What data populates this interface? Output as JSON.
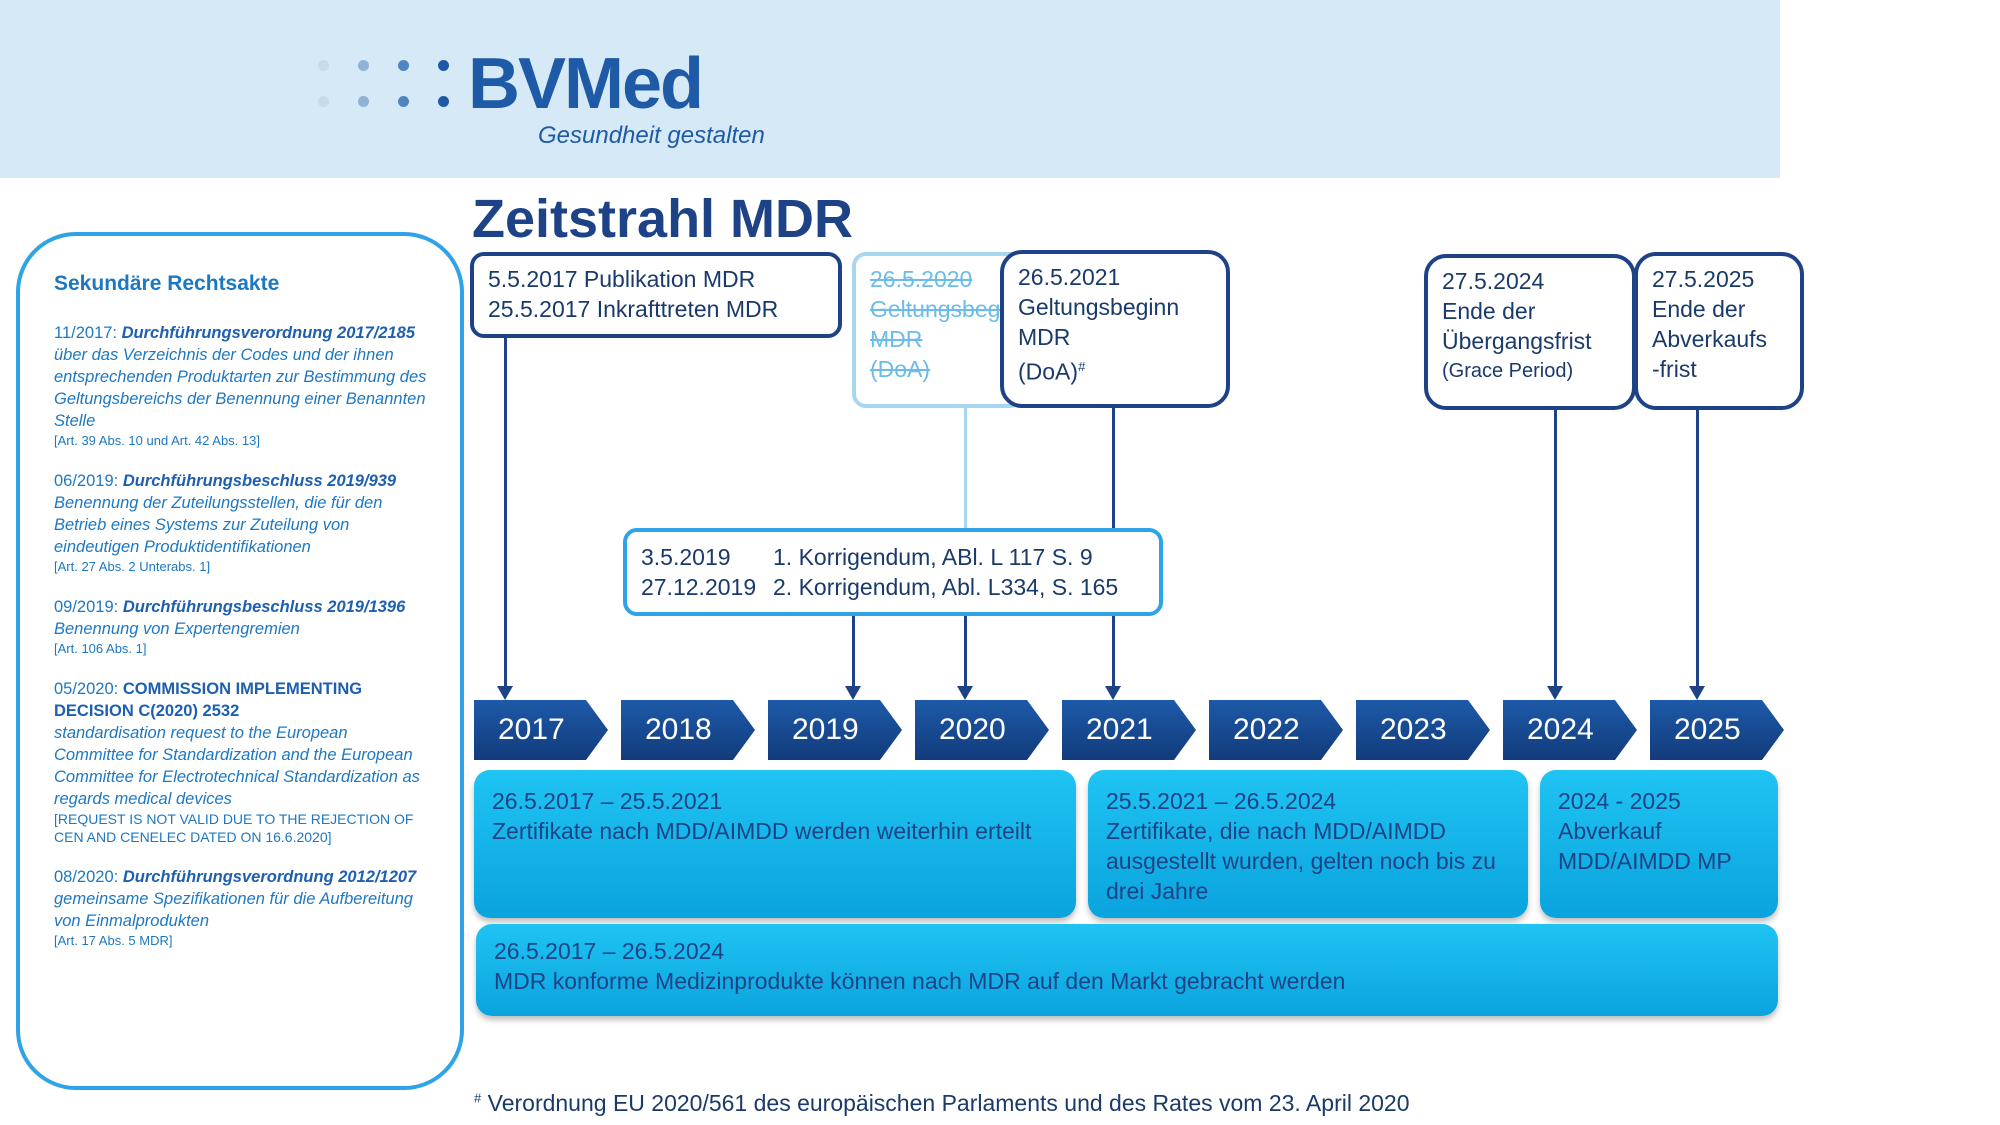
{
  "header": {
    "logo_text": "BVMed",
    "logo_tagline": "Gesundheit gestalten",
    "brand_color": "#1f5aa6",
    "banner_color": "#d6e9f7"
  },
  "title": "Zeitstrahl MDR",
  "sidebar": {
    "title": "Sekundäre Rechtsakte",
    "items": [
      {
        "date": "11/2017:",
        "name": "Durchführungsverordnung 2017/2185",
        "desc": "über das Verzeichnis der Codes und der ihnen entsprechenden Produktarten zur Bestimmung des Geltungsbereichs der Benennung einer Benannten Stelle",
        "ref": "[Art. 39 Abs. 10 und Art. 42 Abs. 13]"
      },
      {
        "date": "06/2019:",
        "name": "Durchführungsbeschluss 2019/939",
        "desc": "Benennung der Zuteilungsstellen, die für den Betrieb eines Systems zur Zuteilung von eindeutigen Produktidentifikationen",
        "ref": "[Art. 27 Abs. 2 Unterabs. 1]"
      },
      {
        "date": "09/2019:",
        "name": "Durchführungsbeschluss 2019/1396",
        "desc": "Benennung von Expertengremien",
        "ref": "[Art. 106 Abs. 1]"
      },
      {
        "date": "05/2020:",
        "name": "COMMISSION IMPLEMENTING DECISION C(2020) 2532",
        "desc": "standardisation request to the European Committee for Standardization and the European Committee for Electrotechnical Standardization as regards medical devices",
        "ref": "[REQUEST IS NOT VALID DUE TO THE REJECTION OF CEN AND CENELEC DATED ON 16.6.2020]"
      },
      {
        "date": "08/2020:",
        "name": "Durchführungsverordnung 2012/1207",
        "desc": "gemeinsame Spezifikationen für die Aufbereitung von Einmalprodukten",
        "ref": "[Art. 17 Abs. 5 MDR]"
      }
    ]
  },
  "events": {
    "publication": {
      "line1": "5.5.2017 Publikation MDR",
      "line2": "25.5.2017 Inkrafttreten MDR"
    },
    "doa_old": {
      "line1": "26.5.2020",
      "line2": "Geltungsbeginn",
      "line3": "MDR",
      "line4": "(DoA)"
    },
    "doa_new": {
      "line1": "26.5.2021",
      "line2": "Geltungsbeginn",
      "line3": "MDR",
      "line4": "(DoA)",
      "mark": "#"
    },
    "transition_end": {
      "line1": "27.5.2024",
      "line2": "Ende der",
      "line3": "Übergangsfrist",
      "line4": "(Grace Period)"
    },
    "selloff_end": {
      "line1": "27.5.2025",
      "line2": "Ende der",
      "line3": "Abverkaufs",
      "line4": "-frist"
    }
  },
  "corrigenda": [
    {
      "date": "3.5.2019",
      "text": "1. Korrigendum, ABl. L 117 S. 9"
    },
    {
      "date": "27.12.2019",
      "text": "2. Korrigendum, Abl. L334, S. 165"
    }
  ],
  "years": [
    "2017",
    "2018",
    "2019",
    "2020",
    "2021",
    "2022",
    "2023",
    "2024",
    "2025"
  ],
  "bars": {
    "cert_mdd": {
      "period": "26.5.2017 – 25.5.2021",
      "text": "Zertifikate nach MDD/AIMDD werden weiterhin erteilt"
    },
    "cert_valid": {
      "period": "25.5.2021 – 26.5.2024",
      "text": "Zertifikate, die nach MDD/AIMDD ausgestellt wurden, gelten noch bis zu drei Jahre"
    },
    "selloff": {
      "period": "2024 - 2025",
      "text": "Abverkauf MDD/AIMDD MP"
    },
    "mdr_conform": {
      "period": "26.5.2017 – 26.5.2024",
      "text": "MDR konforme Medizinprodukte können nach MDR auf den Markt gebracht werden"
    }
  },
  "footnote": {
    "mark": "#",
    "text": "Verordnung EU 2020/561 des europäischen Parlaments und des Rates vom 23. April 2020"
  }
}
